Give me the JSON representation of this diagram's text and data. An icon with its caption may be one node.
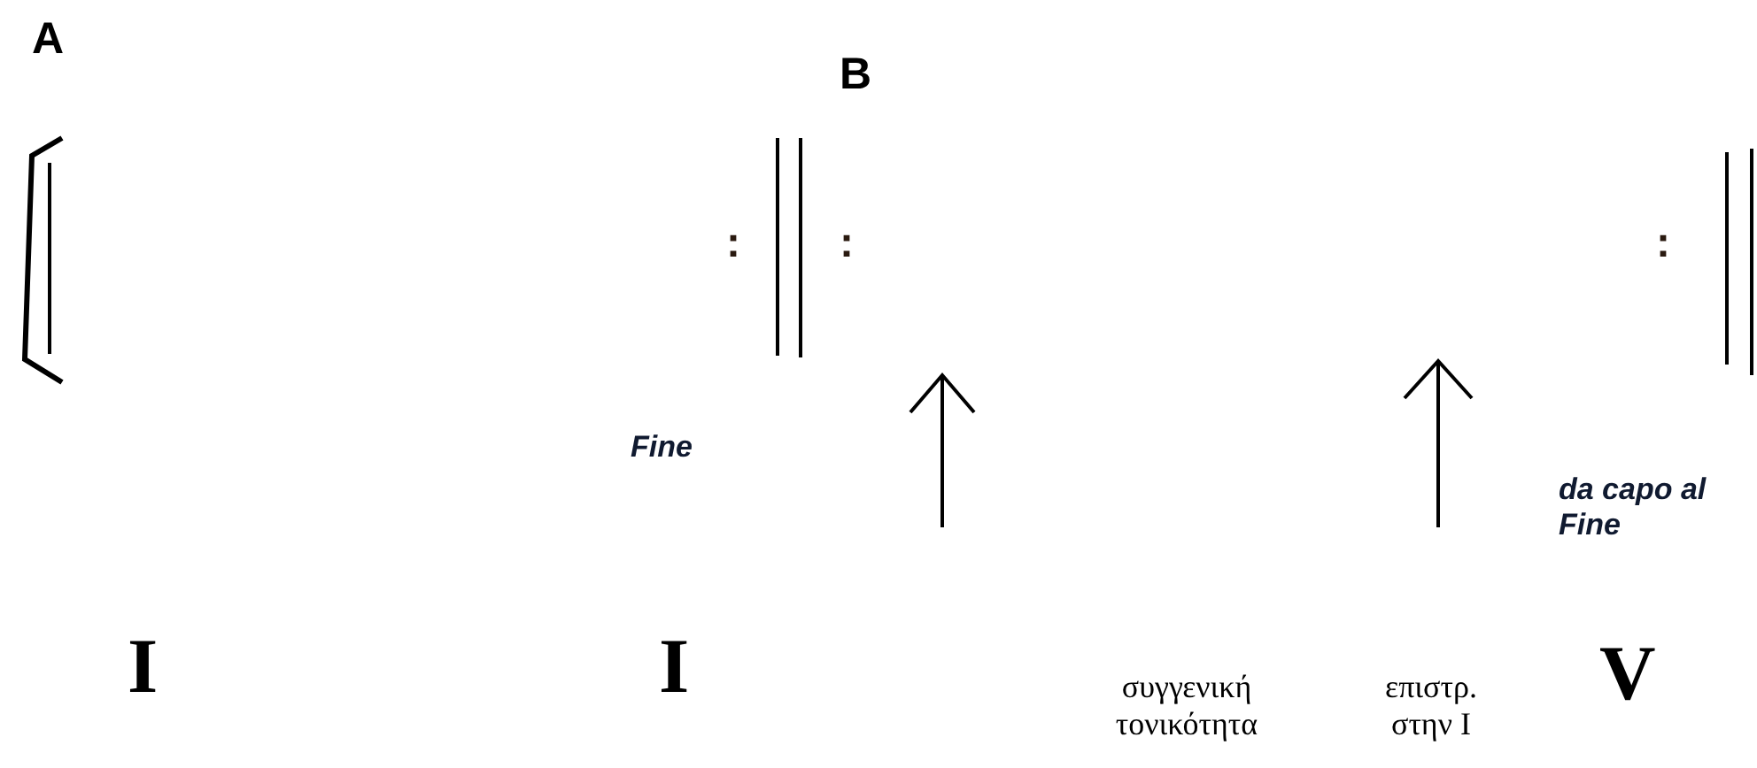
{
  "diagram": {
    "labels": [
      "A",
      "B",
      ":",
      ":",
      ":",
      "Fine",
      "da capo al Fine",
      "I",
      "I",
      "συγγενική τονικότητα",
      "επιστρ. στην I",
      "V"
    ]
  }
}
